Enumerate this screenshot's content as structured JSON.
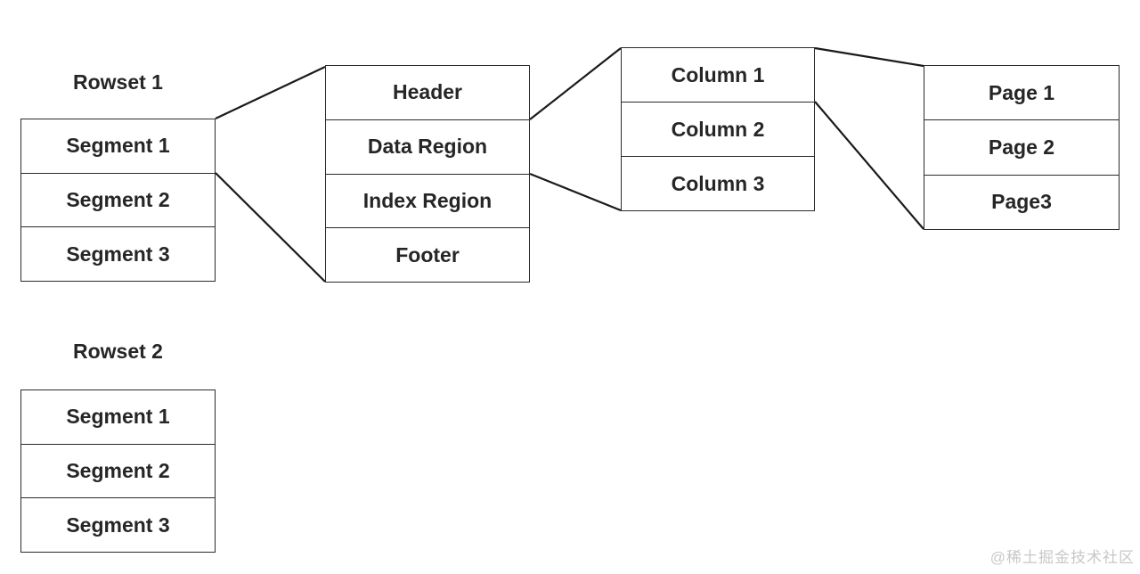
{
  "diagram": {
    "rowset1": {
      "label": "Rowset 1",
      "segments": [
        "Segment 1",
        "Segment 2",
        "Segment 3"
      ]
    },
    "segment_detail": {
      "rows": [
        "Header",
        "Data Region",
        "Index Region",
        "Footer"
      ]
    },
    "columns": {
      "rows": [
        "Column 1",
        "Column 2",
        "Column 3"
      ]
    },
    "pages": {
      "rows": [
        "Page 1",
        "Page 2",
        "Page3"
      ]
    },
    "rowset2": {
      "label": "Rowset 2",
      "segments": [
        "Segment 1",
        "Segment 2",
        "Segment 3"
      ]
    }
  },
  "watermark": "@稀土掘金技术社区",
  "colors": {
    "background": "#ffffff",
    "box_border": "#2b2b2b",
    "text": "#262626",
    "connector_line": "#1a1a1a",
    "watermark": "#c8c8c8"
  }
}
